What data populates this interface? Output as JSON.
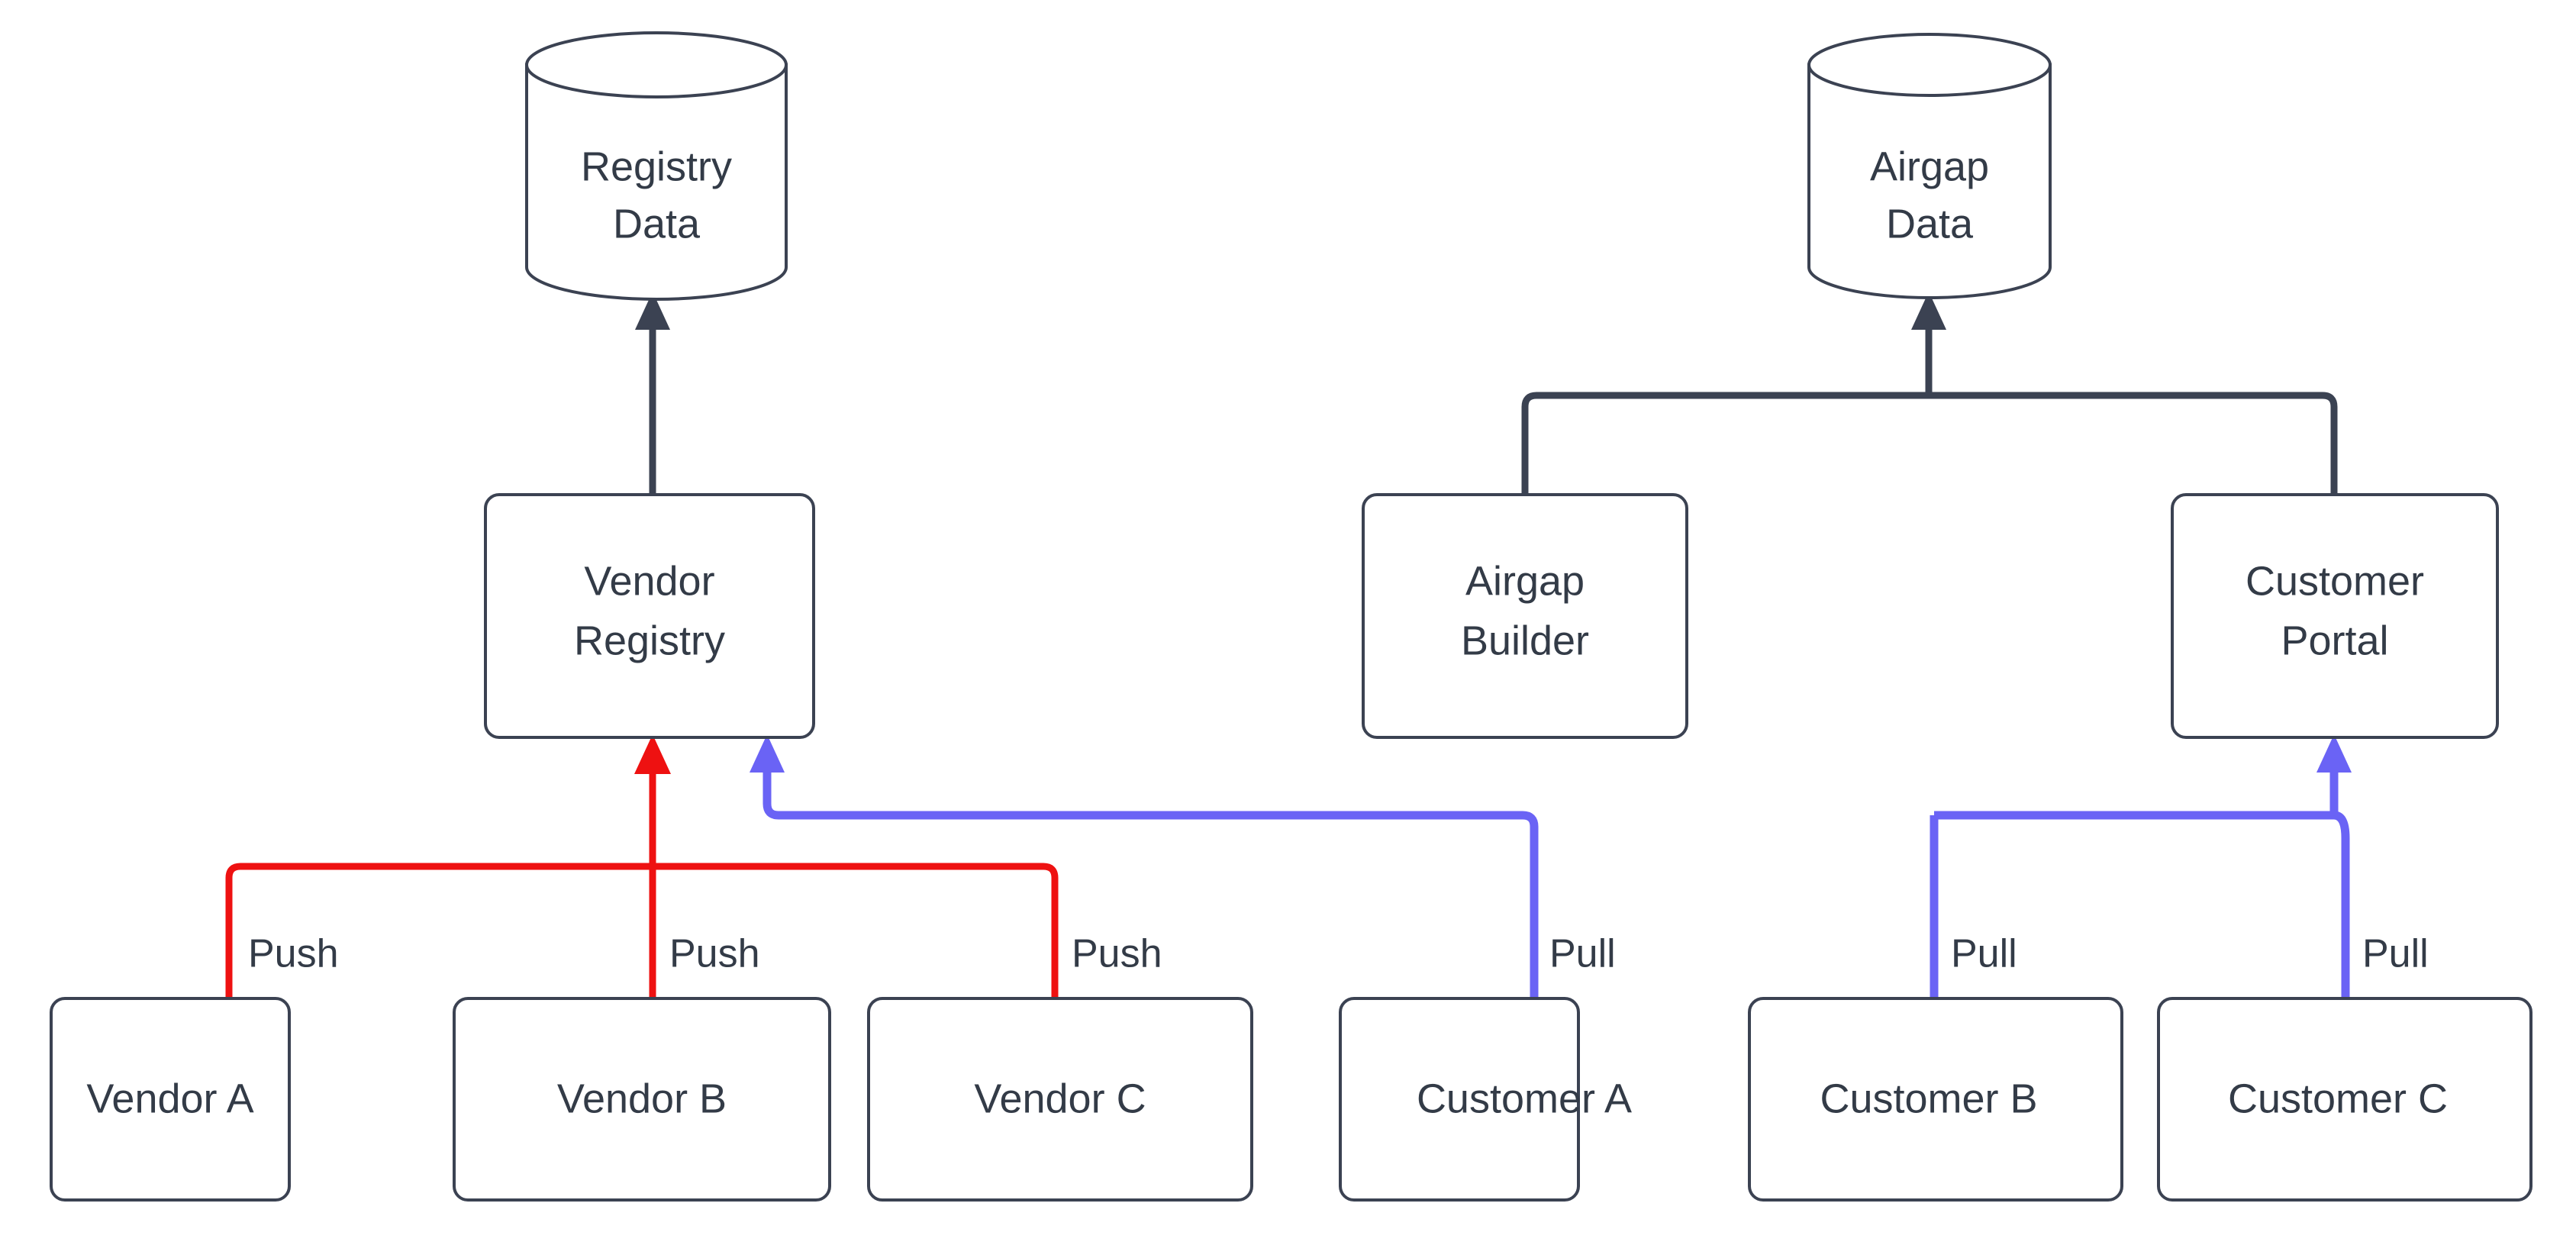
{
  "diagram": {
    "title": "Vendor Registry and Airgap Distribution Flow",
    "background_color": "#ffffff",
    "colors": {
      "node_stroke": "#3b4252",
      "node_fill": "#ffffff",
      "text": "#333b47",
      "push_edge": "#ee1111",
      "pull_edge": "#6a63f5",
      "plain_edge": "#3b4252"
    },
    "datastores": [
      {
        "id": "registry-data",
        "label_line1": "Registry",
        "label_line2": "Data"
      },
      {
        "id": "airgap-data",
        "label_line1": "Airgap",
        "label_line2": "Data"
      }
    ],
    "services": [
      {
        "id": "vendor-registry",
        "label_line1": "Vendor",
        "label_line2": "Registry"
      },
      {
        "id": "airgap-builder",
        "label_line1": "Airgap",
        "label_line2": "Builder"
      },
      {
        "id": "customer-portal",
        "label_line1": "Customer",
        "label_line2": "Portal"
      }
    ],
    "actors": [
      {
        "id": "vendor-a",
        "label": "Vendor A",
        "edge_label": "Push",
        "edge_color": "#ee1111"
      },
      {
        "id": "vendor-b",
        "label": "Vendor B",
        "edge_label": "Push",
        "edge_color": "#ee1111"
      },
      {
        "id": "vendor-c",
        "label": "Vendor C",
        "edge_label": "Push",
        "edge_color": "#ee1111"
      },
      {
        "id": "customer-a",
        "label": "Customer A",
        "edge_label": "Pull",
        "edge_color": "#6a63f5"
      },
      {
        "id": "customer-b",
        "label": "Customer B",
        "edge_label": "Pull",
        "edge_color": "#6a63f5"
      },
      {
        "id": "customer-c",
        "label": "Customer C",
        "edge_label": "Pull",
        "edge_color": "#6a63f5"
      }
    ],
    "edges": [
      {
        "id": "vendor-registry-to-registry-data",
        "from": "vendor-registry",
        "to": "registry-data",
        "label": "",
        "color": "#3b4252"
      },
      {
        "id": "airgap-builder-to-airgap-data",
        "from": "airgap-builder",
        "to": "airgap-data",
        "label": "",
        "color": "#3b4252"
      },
      {
        "id": "customer-portal-to-airgap-data",
        "from": "customer-portal",
        "to": "airgap-data",
        "label": "",
        "color": "#3b4252"
      },
      {
        "id": "vendor-a-to-vendor-registry",
        "from": "vendor-a",
        "to": "vendor-registry",
        "label": "Push",
        "color": "#ee1111"
      },
      {
        "id": "vendor-b-to-vendor-registry",
        "from": "vendor-b",
        "to": "vendor-registry",
        "label": "Push",
        "color": "#ee1111"
      },
      {
        "id": "vendor-c-to-vendor-registry",
        "from": "vendor-c",
        "to": "vendor-registry",
        "label": "Push",
        "color": "#ee1111"
      },
      {
        "id": "customer-a-to-vendor-registry",
        "from": "customer-a",
        "to": "vendor-registry",
        "label": "Pull",
        "color": "#6a63f5"
      },
      {
        "id": "customer-b-to-customer-portal",
        "from": "customer-b",
        "to": "customer-portal",
        "label": "Pull",
        "color": "#6a63f5"
      },
      {
        "id": "customer-c-to-customer-portal",
        "from": "customer-c",
        "to": "customer-portal",
        "label": "Pull",
        "color": "#6a63f5"
      }
    ],
    "edge_labels": {
      "push_1": "Push",
      "push_2": "Push",
      "push_3": "Push",
      "pull_1": "Pull",
      "pull_2": "Pull",
      "pull_3": "Pull"
    }
  }
}
